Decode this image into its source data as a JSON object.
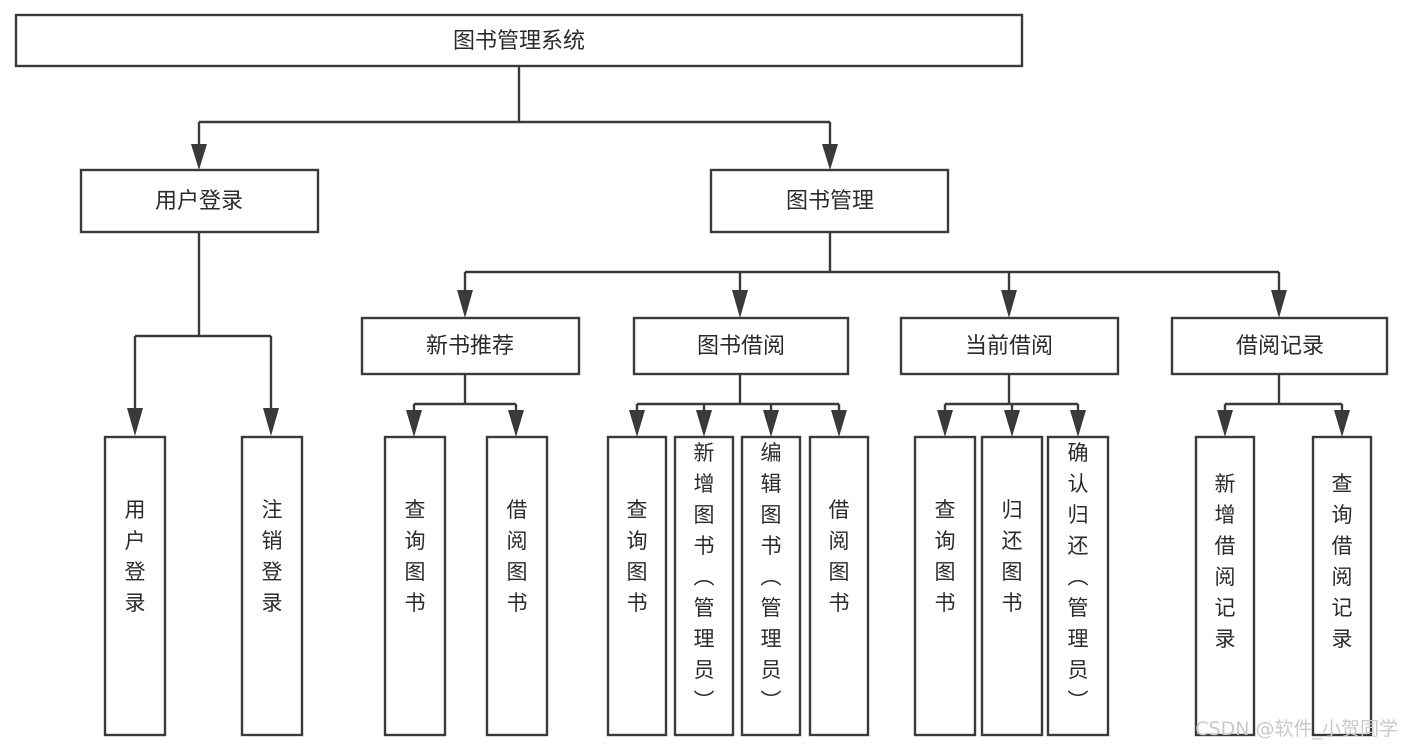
{
  "diagram": {
    "type": "tree-hierarchy",
    "title": "图书管理系统",
    "orientation": "top-down",
    "colors": {
      "stroke": "#3a3a3a",
      "box_fill": "#ffffff",
      "text": "#2b2b2b",
      "background": "#ffffff",
      "watermark": "#c9c9c9"
    },
    "root": {
      "id": "root",
      "label": "图书管理系统",
      "orientation": "horizontal"
    },
    "level1": [
      {
        "id": "user-login",
        "label": "用户登录",
        "orientation": "horizontal"
      },
      {
        "id": "book-manage",
        "label": "图书管理",
        "orientation": "horizontal"
      }
    ],
    "level2": [
      {
        "id": "new-book-recommend",
        "label": "新书推荐",
        "parent": "book-manage",
        "orientation": "horizontal"
      },
      {
        "id": "book-borrow",
        "label": "图书借阅",
        "parent": "book-manage",
        "orientation": "horizontal"
      },
      {
        "id": "current-borrow",
        "label": "当前借阅",
        "parent": "book-manage",
        "orientation": "horizontal"
      },
      {
        "id": "borrow-record",
        "label": "借阅记录",
        "parent": "book-manage",
        "orientation": "horizontal"
      }
    ],
    "leaves": [
      {
        "id": "leaf-user-login",
        "label": "用户登录",
        "parent": "user-login",
        "orientation": "vertical"
      },
      {
        "id": "leaf-user-logout",
        "label": "注销登录",
        "parent": "user-login",
        "orientation": "vertical"
      },
      {
        "id": "leaf-query-book-1",
        "label": "查询图书",
        "parent": "new-book-recommend",
        "orientation": "vertical"
      },
      {
        "id": "leaf-borrow-book-1",
        "label": "借阅图书",
        "parent": "new-book-recommend",
        "orientation": "vertical"
      },
      {
        "id": "leaf-query-book-2",
        "label": "查询图书",
        "parent": "book-borrow",
        "orientation": "vertical"
      },
      {
        "id": "leaf-add-book",
        "label": "新增图书（管理员）",
        "parent": "book-borrow",
        "orientation": "vertical"
      },
      {
        "id": "leaf-edit-book",
        "label": "编辑图书（管理员）",
        "parent": "book-borrow",
        "orientation": "vertical"
      },
      {
        "id": "leaf-borrow-book-2",
        "label": "借阅图书",
        "parent": "book-borrow",
        "orientation": "vertical"
      },
      {
        "id": "leaf-query-book-3",
        "label": "查询图书",
        "parent": "current-borrow",
        "orientation": "vertical"
      },
      {
        "id": "leaf-return-book",
        "label": "归还图书",
        "parent": "current-borrow",
        "orientation": "vertical"
      },
      {
        "id": "leaf-confirm-return",
        "label": "确认归还（管理员）",
        "parent": "current-borrow",
        "orientation": "vertical"
      },
      {
        "id": "leaf-add-record",
        "label": "新增借阅记录",
        "parent": "borrow-record",
        "orientation": "vertical"
      },
      {
        "id": "leaf-query-record",
        "label": "查询借阅记录",
        "parent": "borrow-record",
        "orientation": "vertical"
      }
    ]
  },
  "watermark": {
    "text": "CSDN @软件_小贺同学"
  }
}
